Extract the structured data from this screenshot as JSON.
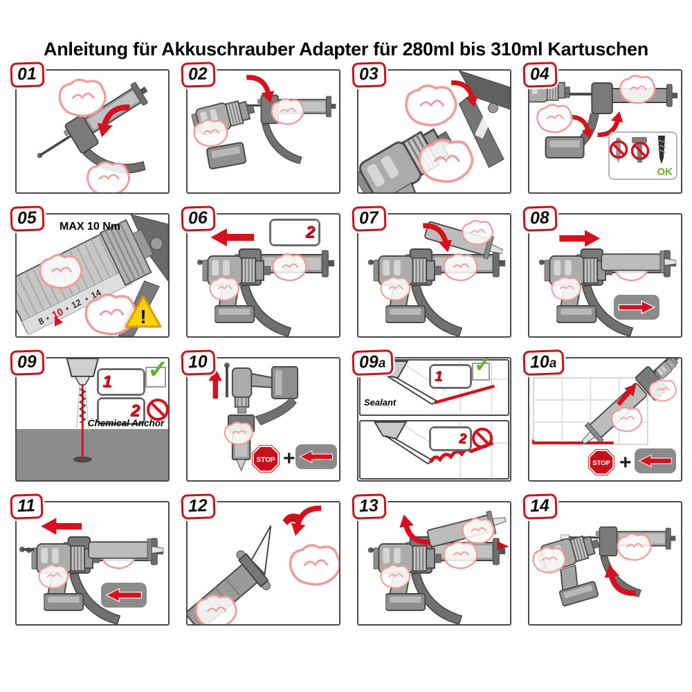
{
  "title": "Anleitung für Akkuschrauber Adapter für  280ml bis 310ml Kartuschen",
  "labels": {
    "stop": "STOP",
    "plus": "+",
    "ok": "OK",
    "warning": "!",
    "step1": "1",
    "step2": "2",
    "max_torque": "MAX 10 Nm",
    "chemical_anchor": "Chemical Anchor",
    "sealant": "Sealant"
  },
  "icons": {
    "check": "✓"
  },
  "colors": {
    "accent_red": "#d6101c",
    "badge_border_red": "#cc1018",
    "hand_outline": "#f09a9a",
    "tool_gray": "#8b8b8b",
    "ok_green": "#6ab02a",
    "warning_yellow": "#ffd20a",
    "floor_gray": "#8c8c8c"
  },
  "panels": [
    {
      "number": "01",
      "suffix": ""
    },
    {
      "number": "02",
      "suffix": ""
    },
    {
      "number": "03",
      "suffix": ""
    },
    {
      "number": "04",
      "suffix": ""
    },
    {
      "number": "05",
      "suffix": "",
      "scale": [
        "8",
        "10",
        "12",
        "14"
      ]
    },
    {
      "number": "06",
      "suffix": ""
    },
    {
      "number": "07",
      "suffix": ""
    },
    {
      "number": "08",
      "suffix": ""
    },
    {
      "number": "09",
      "suffix": ""
    },
    {
      "number": "10",
      "suffix": ""
    },
    {
      "number": "09",
      "suffix": "a"
    },
    {
      "number": "10",
      "suffix": "a"
    },
    {
      "number": "11",
      "suffix": ""
    },
    {
      "number": "12",
      "suffix": ""
    },
    {
      "number": "13",
      "suffix": ""
    },
    {
      "number": "14",
      "suffix": ""
    }
  ]
}
